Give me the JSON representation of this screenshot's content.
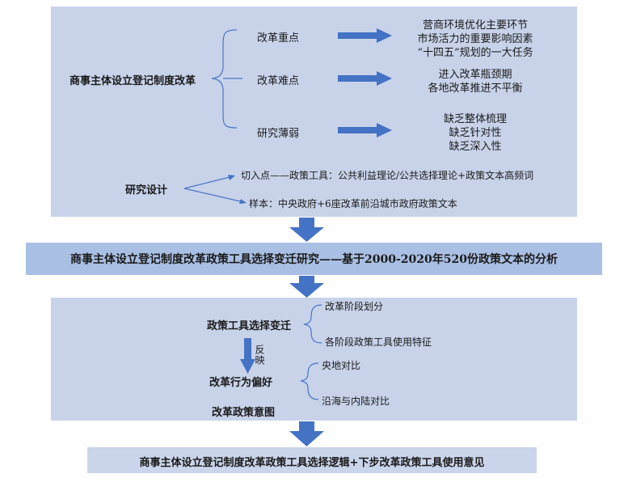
{
  "top": {
    "main_label": "商事主体设立登记制度改革",
    "branches": [
      {
        "label": "改革重点",
        "notes": [
          "营商环境优化主要环节",
          "市场活力的重要影响因素",
          "“十四五”规划的一大任务"
        ]
      },
      {
        "label": "改革难点",
        "notes": [
          "进入改革瓶颈期",
          "各地改革推进不平衡"
        ]
      },
      {
        "label": "研究薄弱",
        "notes": [
          "缺乏整体梳理",
          "缺乏针对性",
          "缺乏深入性"
        ]
      }
    ],
    "design_label": "研究设计",
    "design_items": [
      "切入点——政策工具：公共利益理论/公共选择理论+政策文本高频词",
      "样本：中央政府+6座改革前沿城市政府政策文本"
    ]
  },
  "title_band": "商事主体设立登记制度改革政策工具选择变迁研究——基于2000-2020年520份政策文本的分析",
  "middle": {
    "change_label": "政策工具选择变迁",
    "change_items": [
      "改革阶段划分",
      "各阶段政策工具使用特征"
    ],
    "reflect_label": "反映",
    "behavior_label": "改革行为偏好",
    "behavior_items": [
      "央地对比",
      "沿海与内陆对比"
    ],
    "intent_label": "改革政策意图"
  },
  "bottom_band": "商事主体设立登记制度改革政策工具选择逻辑+下步改革政策工具使用意见",
  "colors": {
    "panel": "#c8d3ea",
    "band": "#a9bfe4",
    "arrow": "#4472c4",
    "bracket": "#4a74c6"
  }
}
